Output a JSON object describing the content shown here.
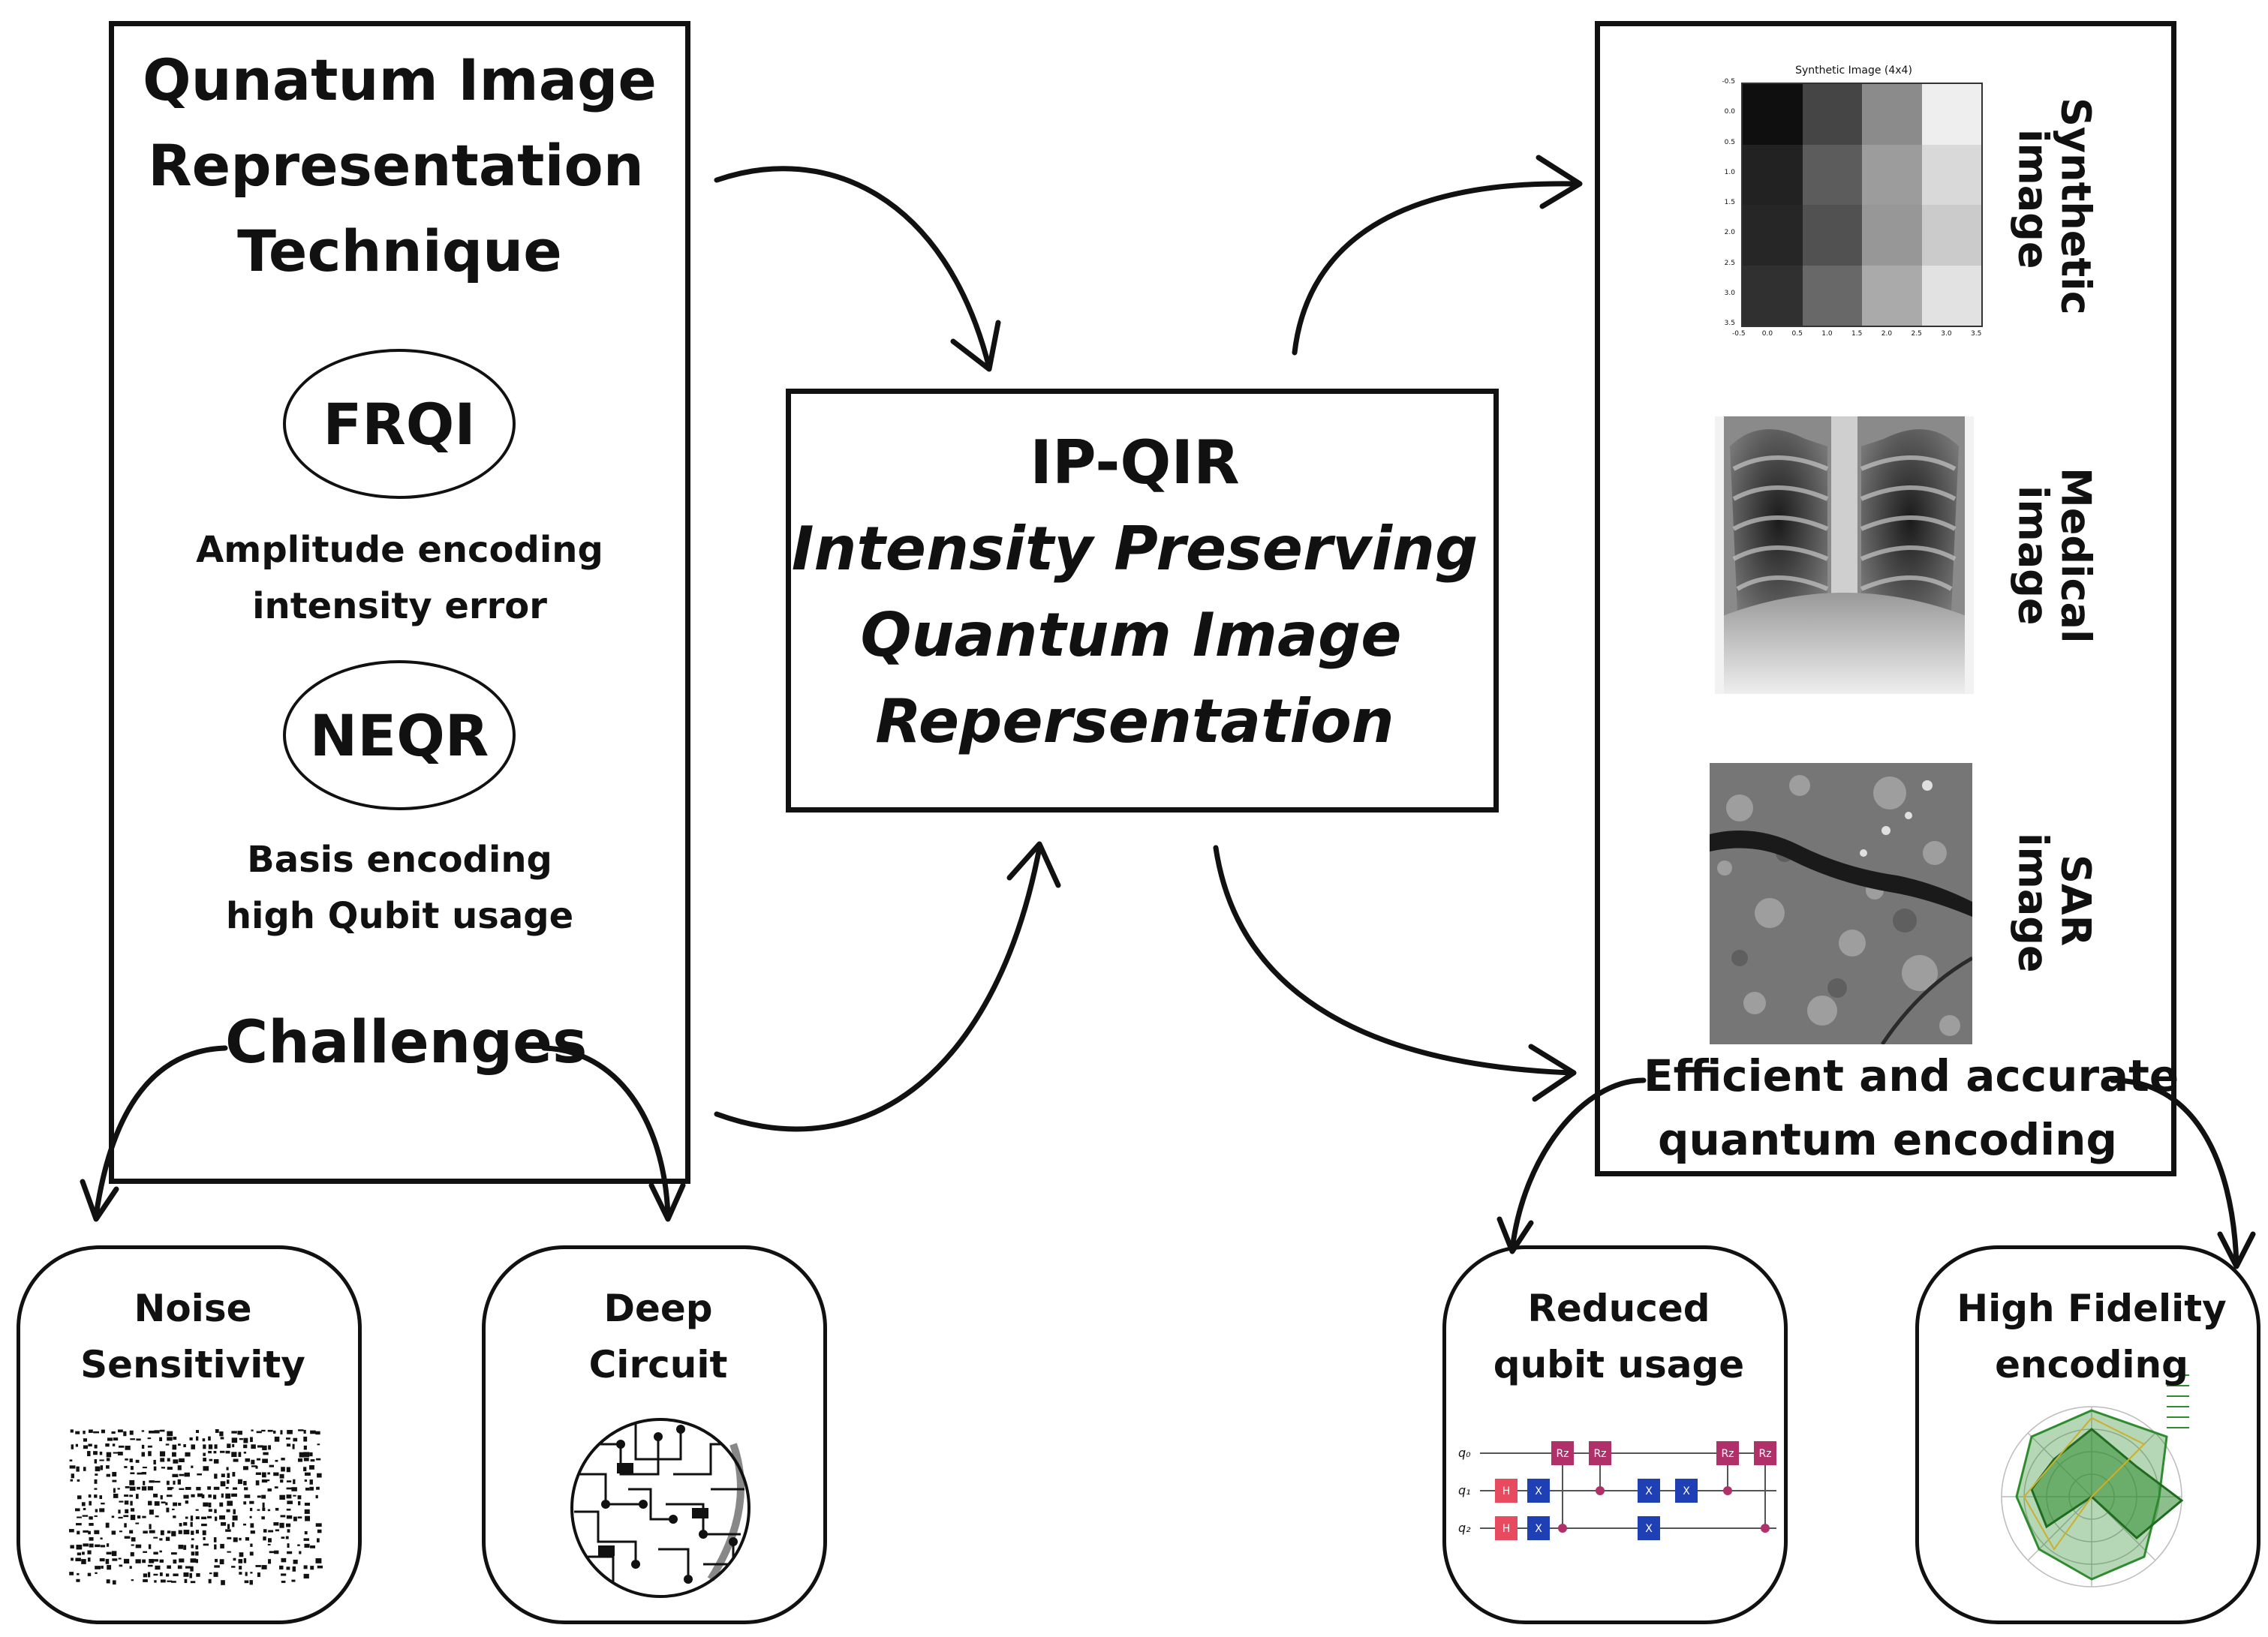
{
  "left_panel": {
    "title_lines": [
      "Qunatum Image",
      "Representation",
      "Technique"
    ],
    "frqi": {
      "label": "FRQI",
      "desc_lines": [
        "Amplitude encoding",
        "intensity error"
      ]
    },
    "neqr": {
      "label": "NEQR",
      "desc_lines": [
        "Basis encoding",
        "high Qubit usage"
      ]
    },
    "challenges": "Challenges"
  },
  "center": {
    "title": "IP-QIR",
    "subtitle_lines": [
      "Intensity Preserving",
      "Quantum Image",
      "Repersentation"
    ]
  },
  "right_panel": {
    "images": [
      {
        "label_lines": [
          "Synthetic",
          "image"
        ],
        "chart_title": "Synthetic Image (4x4)"
      },
      {
        "label_lines": [
          "Medical",
          "image"
        ]
      },
      {
        "label_lines": [
          "SAR",
          "image"
        ]
      }
    ],
    "result_lines": [
      "Efficient and accurate",
      "quantum encoding"
    ]
  },
  "cards": {
    "noise": {
      "lines": [
        "Noise",
        "Sensitivity"
      ]
    },
    "deep": {
      "lines": [
        "Deep",
        "Circuit"
      ]
    },
    "reduced": {
      "lines": [
        "Reduced",
        "qubit usage"
      ]
    },
    "fidelity": {
      "lines": [
        "High Fidelity",
        "encoding"
      ]
    }
  },
  "circuit": {
    "wires": [
      "q0",
      "q1",
      "q2"
    ],
    "gates": [
      "H",
      "X",
      "Rz"
    ]
  },
  "synthetic_chart": {
    "grid": [
      [
        0.02,
        0.25,
        0.55,
        0.97
      ],
      [
        0.1,
        0.35,
        0.62,
        0.88
      ],
      [
        0.12,
        0.3,
        0.6,
        0.82
      ],
      [
        0.16,
        0.4,
        0.68,
        0.92
      ]
    ],
    "y_ticks": [
      "-0.5",
      "0.0",
      "0.5",
      "1.0",
      "1.5",
      "2.0",
      "2.5",
      "3.0",
      "3.5"
    ],
    "x_ticks": [
      "-0.5",
      "0.0",
      "0.5",
      "1.0",
      "1.5",
      "2.0",
      "2.5",
      "3.0",
      "3.5"
    ]
  },
  "colors": {
    "ink": "#111111",
    "gate_h": "#e84a5f",
    "gate_x": "#1f3fb5",
    "gate_rz": "#b0306a",
    "radar": "#2e8b2e"
  }
}
